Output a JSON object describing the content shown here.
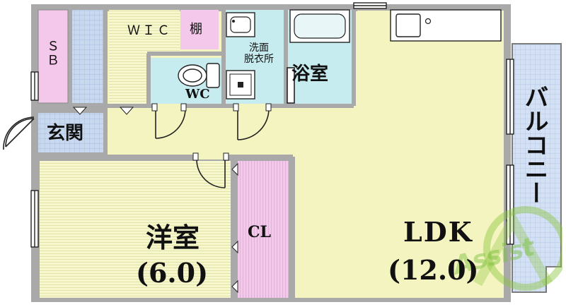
{
  "rooms": {
    "sb": "ＳＢ",
    "wic": "ＷＩＣ",
    "shelf": "棚",
    "washroom_line1": "洗面",
    "washroom_line2": "脱衣所",
    "bath": "浴室",
    "wc": "WC",
    "entrance": "玄関",
    "balcony": "バルコニー",
    "western_room": "洋室",
    "western_room_size": "(6.0)",
    "closet": "CL",
    "ldk": "LDK",
    "ldk_size": "(12.0)"
  },
  "watermark": {
    "text": "Assist",
    "logo": "assist-logo-icon"
  },
  "colors": {
    "wall": "#a9a9a9",
    "ldk_floor": "#f4f4c0",
    "wood_floor": "#f7f7cf",
    "tile_blue": "#c6ecf0",
    "grid_blue": "#c8d8ee",
    "pink": "#f4c8ea",
    "watermark_green": "#8cc63f"
  }
}
